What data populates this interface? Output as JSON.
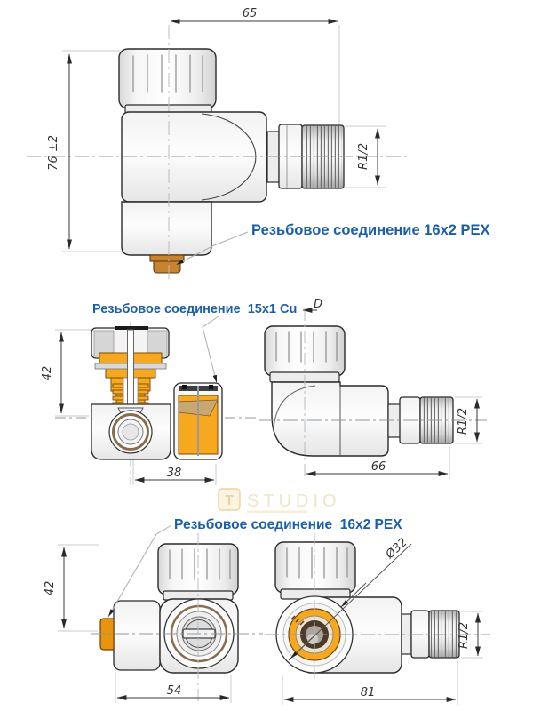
{
  "colors": {
    "annotation_blue": "#1a5fa8",
    "brass_orange": "#f8a81e",
    "bronze_tailpiece": "#c8832f",
    "outline_dark": "#2b2b2b",
    "watermark_cream": "#efe3c2"
  },
  "watermark": {
    "t_mark": "T",
    "text": "STUDIO"
  },
  "top_view": {
    "dim_width": "65",
    "dim_height": "76 ±2",
    "dim_thread": "R1/2",
    "connection_label": "Резьбовое соединение 16x2 PEX"
  },
  "middle_view": {
    "connection_label": "Резьбовое соединение  15x1 Cu",
    "dim_knob": "D",
    "dim_height": "42",
    "dim_body_width": "38",
    "dim_length": "66",
    "dim_thread": "R1/2"
  },
  "bottom_view": {
    "connection_label": "Резьбовое соединение  16x2 PEX",
    "dim_height": "42",
    "dim_body_width": "54",
    "dim_length": "81",
    "dim_thread": "R1/2",
    "dim_face_diameter": "Ø32"
  }
}
